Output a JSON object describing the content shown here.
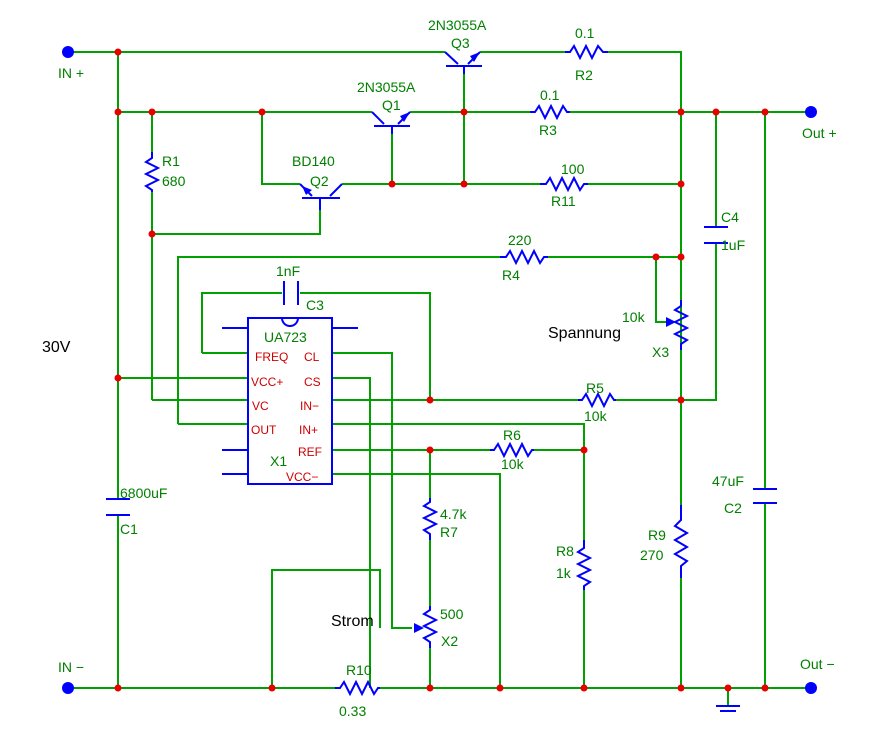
{
  "terminals": {
    "in_plus": "IN +",
    "in_minus": "IN −",
    "out_plus": "Out +",
    "out_minus": "Out −"
  },
  "supply": "30V",
  "annotations": {
    "spannung": "Spannung",
    "strom": "Strom"
  },
  "components": {
    "q3": {
      "type": "2N3055A",
      "ref": "Q3"
    },
    "q1": {
      "type": "2N3055A",
      "ref": "Q1"
    },
    "q2": {
      "type": "BD140",
      "ref": "Q2"
    },
    "r1": {
      "ref": "R1",
      "value": "680"
    },
    "r2": {
      "ref": "R2",
      "value": "0.1"
    },
    "r3": {
      "ref": "R3",
      "value": "0.1"
    },
    "r11": {
      "ref": "R11",
      "value": "100"
    },
    "r4": {
      "ref": "R4",
      "value": "220"
    },
    "c3": {
      "ref": "C3",
      "value": "1nF"
    },
    "c4": {
      "ref": "C4",
      "value": "1uF"
    },
    "x3": {
      "ref": "X3",
      "value": "10k"
    },
    "r5": {
      "ref": "R5",
      "value": "10k"
    },
    "r6": {
      "ref": "R6",
      "value": "10k"
    },
    "r7": {
      "ref": "R7",
      "value": "4.7k"
    },
    "r8": {
      "ref": "R8",
      "value": "1k"
    },
    "r9": {
      "ref": "R9",
      "value": "270"
    },
    "x2": {
      "ref": "X2",
      "value": "500"
    },
    "r10": {
      "ref": "R10",
      "value": "0.33"
    },
    "c1": {
      "ref": "C1",
      "value": "6800uF"
    },
    "c2": {
      "ref": "C2",
      "value": "47uF"
    }
  },
  "ic": {
    "type": "UA723",
    "ref": "X1",
    "pins": {
      "freq": "FREQ",
      "cl": "CL",
      "vccp": "VCC+",
      "cs": "CS",
      "vc": "VC",
      "inn": "IN−",
      "out": "OUT",
      "inp": "IN+",
      "ref": "REF",
      "vccm": "VCC−"
    }
  }
}
